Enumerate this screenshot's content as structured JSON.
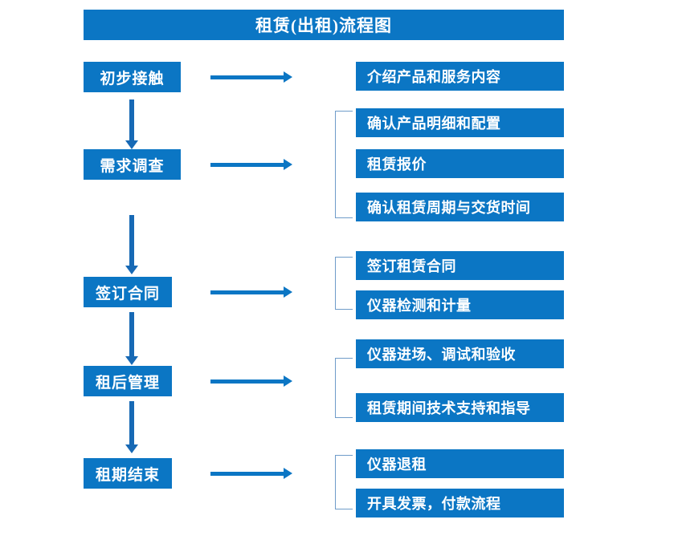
{
  "diagram": {
    "title": "租赁(出租)流程图",
    "colors": {
      "box_blue": "#0b76c4",
      "arrow_blue": "#1769b5",
      "bracket_blue": "#6f9cc9",
      "text_white": "#ffffff",
      "background": "#ffffff"
    },
    "stages": [
      {
        "label": "初步接触"
      },
      {
        "label": "需求调查"
      },
      {
        "label": "签订合同"
      },
      {
        "label": "租后管理"
      },
      {
        "label": "租期结束"
      }
    ],
    "details": {
      "stage1": [
        {
          "label": "介绍产品和服务内容"
        }
      ],
      "stage2": [
        {
          "label": "确认产品明细和配置"
        },
        {
          "label": "租赁报价"
        },
        {
          "label": "确认租赁周期与交货时间"
        }
      ],
      "stage3": [
        {
          "label": "签订租赁合同"
        },
        {
          "label": "仪器检测和计量"
        }
      ],
      "stage4": [
        {
          "label": "仪器进场、调试和验收"
        },
        {
          "label": "租赁期间技术支持和指导"
        }
      ],
      "stage5": [
        {
          "label": "仪器退租"
        },
        {
          "label": "开具发票，付款流程"
        }
      ]
    },
    "icons": {
      "right_arrow": "right-arrow-icon",
      "down_arrow": "down-arrow-icon",
      "bracket": "group-bracket-icon"
    }
  }
}
